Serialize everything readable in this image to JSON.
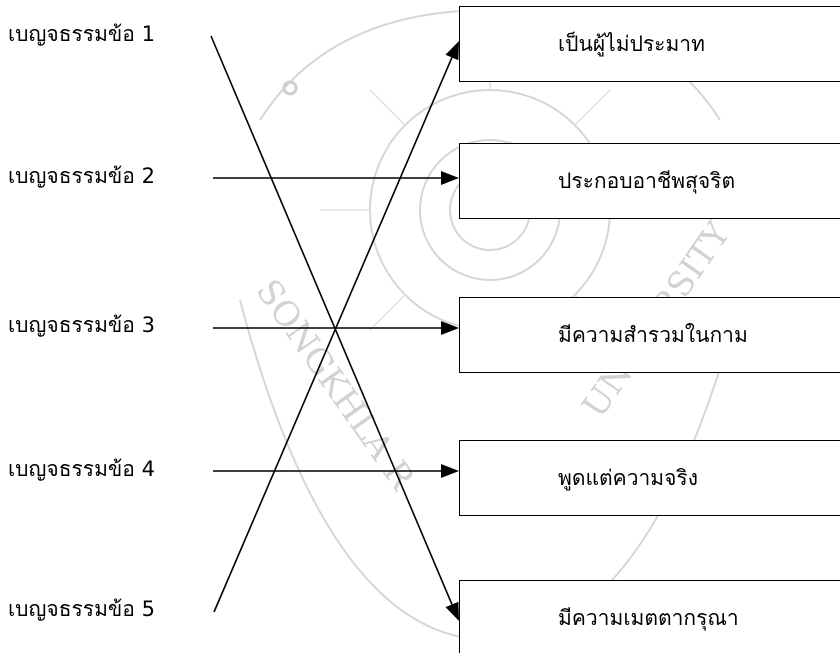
{
  "left_items": [
    {
      "label": "เบญจธรรมข้อ 1"
    },
    {
      "label": "เบญจธรรมข้อ 2"
    },
    {
      "label": "เบญจธรรมข้อ 3"
    },
    {
      "label": "เบญจธรรมข้อ 4"
    },
    {
      "label": "เบญจธรรมข้อ 5"
    }
  ],
  "right_items": [
    {
      "label": "เป็นผู้ไม่ประมาท"
    },
    {
      "label": "ประกอบอาชีพสุจริต"
    },
    {
      "label": "มีความสำรวมในกาม"
    },
    {
      "label": "พูดแต่ความจริง"
    },
    {
      "label": "มีความเมตตากรุณา"
    }
  ],
  "connections": [
    {
      "from": 1,
      "to": 5
    },
    {
      "from": 2,
      "to": 2
    },
    {
      "from": 3,
      "to": 3
    },
    {
      "from": 4,
      "to": 4
    },
    {
      "from": 5,
      "to": 1
    }
  ],
  "watermark": {
    "text_left": "SONGKHLA R",
    "text_right": "UNIVERSITY",
    "color": "#d4d4d4"
  },
  "colors": {
    "line": "#000000",
    "text": "#000000"
  }
}
